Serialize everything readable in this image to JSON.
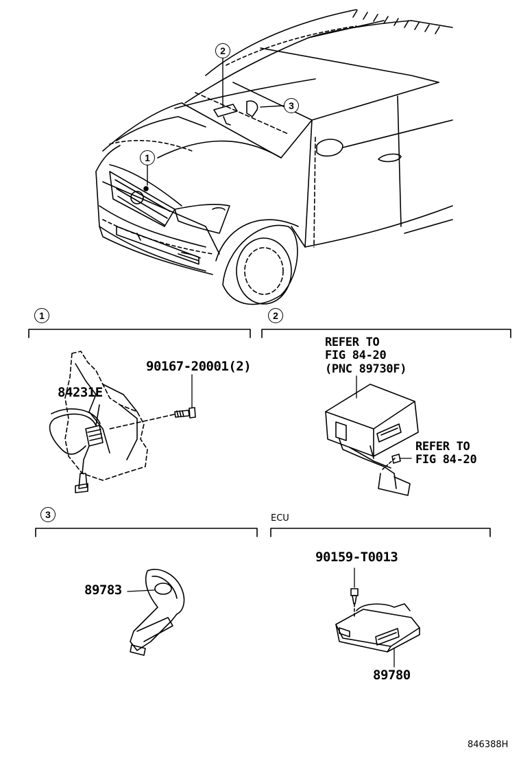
{
  "callouts": {
    "c1": "1",
    "c2": "2",
    "c3": "3",
    "s1": "1",
    "s2": "2",
    "s3": "3"
  },
  "labels": {
    "part_84231E": "84231E",
    "bolt_90167": "90167-20001(2)",
    "refer_a_line1": "REFER TO",
    "refer_a_line2": "FIG 84-20",
    "refer_a_line3": "(PNC 89730F)",
    "refer_b_line1": "REFER TO",
    "refer_b_line2": "FIG 84-20",
    "part_89783": "89783",
    "ecu": "ECU",
    "screw_90159": "90159-T0013",
    "part_89780": "89780",
    "figure_id": "846388H"
  }
}
